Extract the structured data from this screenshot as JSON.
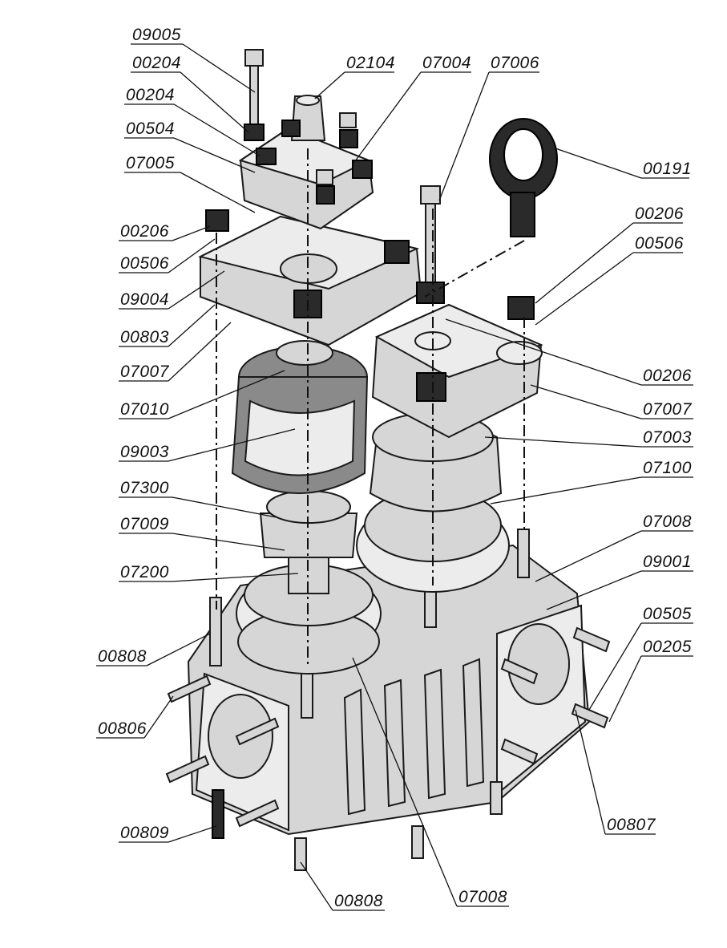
{
  "callouts": [
    {
      "id": "c-09005",
      "text": "09005"
    },
    {
      "id": "c-00204a",
      "text": "00204"
    },
    {
      "id": "c-00204b",
      "text": "00204"
    },
    {
      "id": "c-00504",
      "text": "00504"
    },
    {
      "id": "c-07005",
      "text": "07005"
    },
    {
      "id": "c-00206a",
      "text": "00206"
    },
    {
      "id": "c-00506a",
      "text": "00506"
    },
    {
      "id": "c-09004",
      "text": "09004"
    },
    {
      "id": "c-00803",
      "text": "00803"
    },
    {
      "id": "c-07007a",
      "text": "07007"
    },
    {
      "id": "c-07010",
      "text": "07010"
    },
    {
      "id": "c-09003",
      "text": "09003"
    },
    {
      "id": "c-07300",
      "text": "07300"
    },
    {
      "id": "c-07009",
      "text": "07009"
    },
    {
      "id": "c-07200",
      "text": "07200"
    },
    {
      "id": "c-00808a",
      "text": "00808"
    },
    {
      "id": "c-00806",
      "text": "00806"
    },
    {
      "id": "c-00809",
      "text": "00809"
    },
    {
      "id": "c-00808b",
      "text": "00808"
    },
    {
      "id": "c-07008a",
      "text": "07008"
    },
    {
      "id": "c-02104",
      "text": "02104"
    },
    {
      "id": "c-07004",
      "text": "07004"
    },
    {
      "id": "c-07006",
      "text": "07006"
    },
    {
      "id": "c-00191",
      "text": "00191"
    },
    {
      "id": "c-00206b",
      "text": "00206"
    },
    {
      "id": "c-00506b",
      "text": "00506"
    },
    {
      "id": "c-00206c",
      "text": "00206"
    },
    {
      "id": "c-07007b",
      "text": "07007"
    },
    {
      "id": "c-07003",
      "text": "07003"
    },
    {
      "id": "c-07100",
      "text": "07100"
    },
    {
      "id": "c-07008b",
      "text": "07008"
    },
    {
      "id": "c-09001",
      "text": "09001"
    },
    {
      "id": "c-00505",
      "text": "00505"
    },
    {
      "id": "c-00205",
      "text": "00205"
    },
    {
      "id": "c-00807",
      "text": "00807"
    }
  ]
}
